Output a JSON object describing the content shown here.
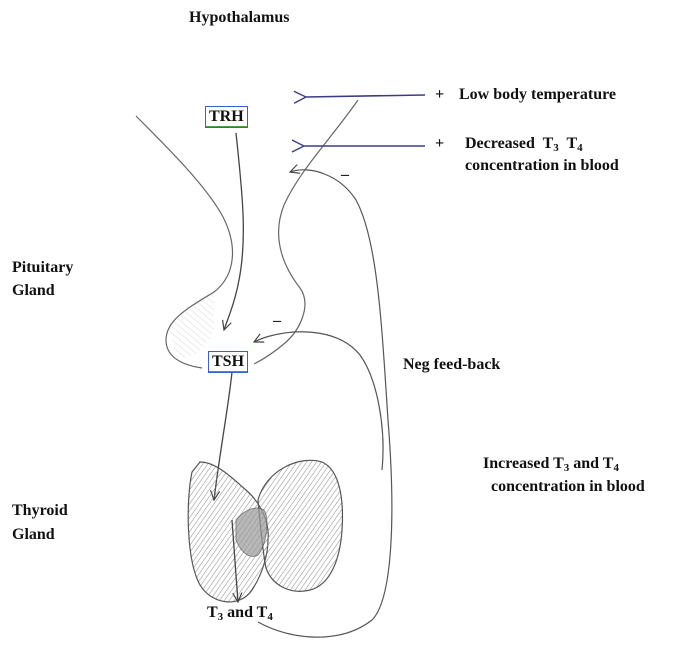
{
  "labels": {
    "hypothalamus": "Hypothalamus",
    "trh": "TRH",
    "tsh": "TSH",
    "pituitary_line1": "Pituitary",
    "pituitary_line2": "Gland",
    "thyroid_line1": "Thyroid",
    "thyroid_line2": "Gland",
    "neg_feedback": "Neg feed-back",
    "t3_t4_output": {
      "t": "T",
      "s3": "3",
      "and": " and T",
      "s4": "4"
    }
  },
  "stimuli": [
    {
      "sign": "+",
      "text": "Low body temperature"
    },
    {
      "sign": "+",
      "line1": {
        "pre": "Decreased  T",
        "s3": "3",
        "mid": "  T",
        "s4": "4"
      },
      "line2": "concentration in blood"
    }
  ],
  "feedback_signs": [
    "–",
    "–"
  ],
  "increased_label": {
    "line1": {
      "pre": "Increased T",
      "s3": "3",
      "mid": " and T",
      "s4": "4"
    },
    "line2": "concentration in blood"
  },
  "colors": {
    "stroke": "#555555",
    "arrow_stimulus": "#3b3b8a",
    "box_border": "#3a5fcf",
    "box_accent": "#4aa24a"
  }
}
